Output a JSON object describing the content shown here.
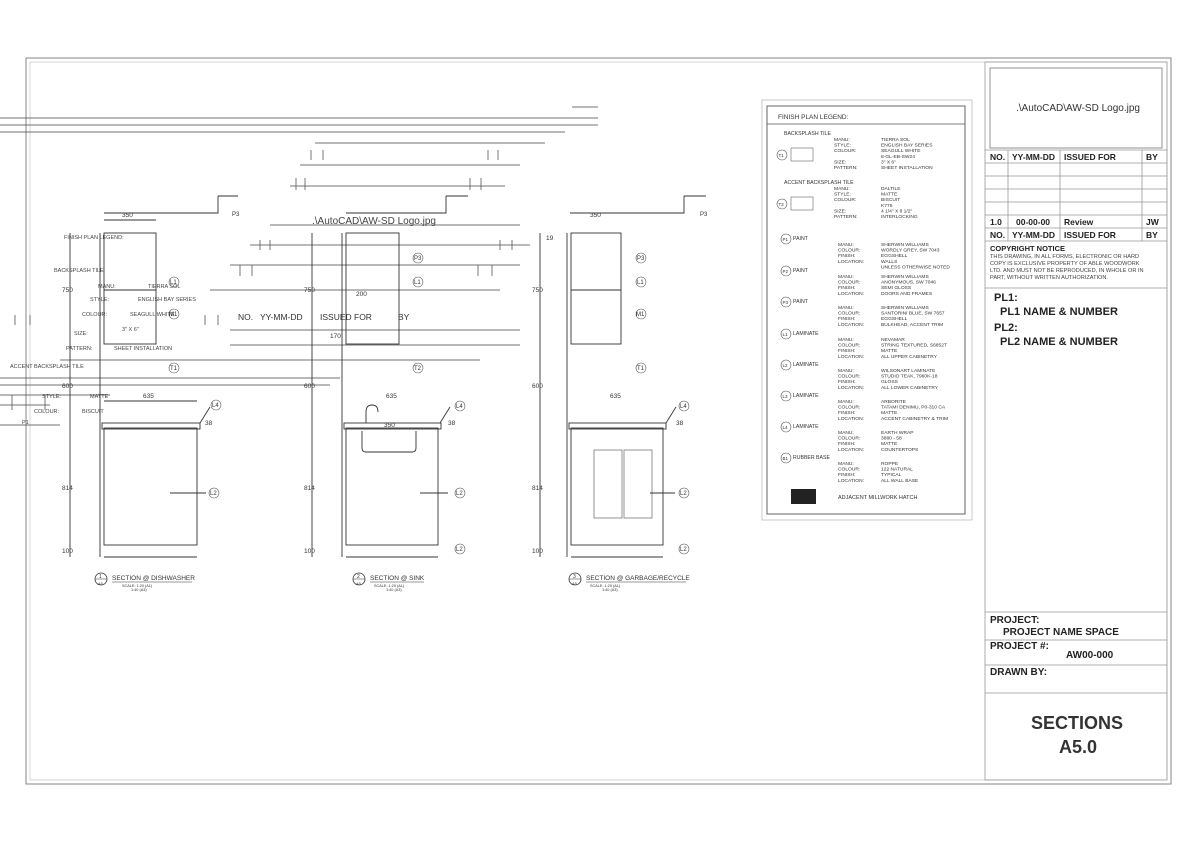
{
  "title_block": {
    "logo_text": ".\\AutoCAD\\AW-SD Logo.jpg",
    "revision_header": {
      "no": "NO.",
      "date": "YY-MM-DD",
      "issued_for": "ISSUED FOR",
      "by": "BY"
    },
    "revisions": [
      {
        "no": "1.0",
        "date": "00-00-00",
        "issued_for": "Review",
        "by": "JW"
      }
    ],
    "copyright_title": "COPYRIGHT NOTICE",
    "copyright_lines": [
      "THIS DRAWING, IN ALL FORMS, ELECTRONIC OR HARD",
      "COPY IS EXCLUSIVE PROPERTY OF ABLE WOODWORK",
      "LTD. AND MUST NOT BE REPRODUCED, IN WHOLE OR IN",
      "PART, WITHOUT WRITTEN AUTHORIZATION."
    ],
    "pl1_label": "PL1:",
    "pl1_value": "PL1 NAME & NUMBER",
    "pl2_label": "PL2:",
    "pl2_value": "PL2 NAME & NUMBER",
    "project_label": "PROJECT:",
    "project_name": "PROJECT NAME SPACE",
    "project_no_label": "PROJECT #:",
    "project_no": "AW00-000",
    "drawn_by_label": "DRAWN BY:",
    "sheet_title": "SECTIONS",
    "sheet_number": "A5.0"
  },
  "legend": {
    "title": "FINISH PLAN LEGEND:",
    "groups": [
      {
        "heading": "BACKSPLASH TILE",
        "tag": "T1",
        "fields": [
          [
            "MANU:",
            "TIERRA SOL"
          ],
          [
            "STYLE:",
            "ENGLISH BAY SERIES"
          ],
          [
            "COLOUR:",
            "SEAGULL WHITE"
          ],
          [
            "",
            "8-GL-EB-SW24"
          ],
          [
            "SIZE:",
            "3\" X 6\""
          ],
          [
            "PATTERN:",
            "SHEET INSTALLATION"
          ]
        ]
      },
      {
        "heading": "ACCENT BACKSPLASH TILE",
        "tag": "T2",
        "fields": [
          [
            "MANU:",
            "DALTILE"
          ],
          [
            "STYLE:",
            "MATTE"
          ],
          [
            "COLOUR:",
            "BISCUIT"
          ],
          [
            "",
            "K775"
          ],
          [
            "SIZE:",
            "4 1/4\" X 8 1/2\""
          ],
          [
            "PATTERN:",
            "INTERLOCKING"
          ]
        ]
      },
      {
        "heading": "PAINT",
        "tag": "P1",
        "fields": [
          [
            "MANU:",
            "SHERWIN WILLIAMS"
          ],
          [
            "COLOUR:",
            "WORDLY GREY, SW 7043"
          ],
          [
            "FINISH:",
            "EGGSHELL"
          ],
          [
            "LOCATION:",
            "WALLS"
          ],
          [
            "",
            "UNLESS OTHERWISE NOTED"
          ]
        ]
      },
      {
        "heading": "PAINT",
        "tag": "P2",
        "fields": [
          [
            "MANU:",
            "SHERWIN WILLIAMS"
          ],
          [
            "COLOUR:",
            "ANONYMOUS, SW 7046"
          ],
          [
            "FINISH:",
            "SEMI GLOSS"
          ],
          [
            "LOCATION:",
            "DOORS AND FRAMES"
          ]
        ]
      },
      {
        "heading": "PAINT",
        "tag": "P3",
        "fields": [
          [
            "MANU:",
            "SHERWIN WILLIAMS"
          ],
          [
            "COLOUR:",
            "SANTORINI BLUE, SW 7657"
          ],
          [
            "FINISH:",
            "EGGSHELL"
          ],
          [
            "LOCATION:",
            "BULKHEAD, ACCENT TRIM"
          ]
        ]
      },
      {
        "heading": "LAMINATE",
        "tag": "L1",
        "fields": [
          [
            "MANU:",
            "NEVAMAR"
          ],
          [
            "COLOUR:",
            "STRING TEXTURED, S6852T"
          ],
          [
            "FINISH:",
            "MATTE"
          ],
          [
            "LOCATION:",
            "ALL UPPER CABINETRY"
          ]
        ]
      },
      {
        "heading": "LAMINATE",
        "tag": "L2",
        "fields": [
          [
            "MANU:",
            "WILSONART LAMINATE"
          ],
          [
            "COLOUR:",
            "STUDIO TEAK, 7960K-18"
          ],
          [
            "FINISH:",
            "GLOSS"
          ],
          [
            "LOCATION:",
            "ALL LOWER CABINETRY"
          ]
        ]
      },
      {
        "heading": "LAMINATE",
        "tag": "L3",
        "fields": [
          [
            "MANU:",
            "ARBORITE"
          ],
          [
            "COLOUR:",
            "TATAMI DENIMU, P0-310 CA"
          ],
          [
            "FINISH:",
            "MATTE"
          ],
          [
            "LOCATION:",
            "ACCENT CABINETRY & TRIM"
          ]
        ]
      },
      {
        "heading": "LAMINATE",
        "tag": "L4",
        "fields": [
          [
            "MANU:",
            "EARTH WRAP"
          ],
          [
            "COLOUR:",
            "3880 - 58"
          ],
          [
            "FINISH:",
            "MATTE"
          ],
          [
            "LOCATION:",
            "COUNTERTOPS"
          ]
        ]
      },
      {
        "heading": "RUBBER BASE",
        "tag": "B1",
        "fields": [
          [
            "MANU:",
            "ROPPE"
          ],
          [
            "COLOUR:",
            "122 NATURAL"
          ],
          [
            "FINISH:",
            "TYPICAL"
          ],
          [
            "LOCATION:",
            "ALL WALL BASE"
          ]
        ]
      }
    ],
    "hatch_label": "ADJACENT MILLWORK HATCH"
  },
  "sections": [
    {
      "number": "1",
      "sheet": "A5",
      "title": "SECTION @ DISHWASHER",
      "scale": "SCALE: 1:20 (A1)",
      "scale2": "1:40 (A3)",
      "dims": {
        "upper_width": "350",
        "upper_height": "750",
        "gap": "600",
        "base_width": "635",
        "counter": "38",
        "base_height": "814",
        "toe": "100"
      }
    },
    {
      "number": "2",
      "sheet": "A5",
      "title": "SECTION @ SINK",
      "scale": "SCALE: 1:20 (A1)",
      "scale2": "1:40 (A3)",
      "dims": {
        "upper_width": "350",
        "upper_height": "750",
        "gap": "600",
        "base_width": "635",
        "counter": "38",
        "base_height": "814",
        "toe": "100",
        "shelf_width": "200",
        "shelf_height": "170",
        "sink_width": "350"
      }
    },
    {
      "number": "3",
      "sheet": "A5",
      "title": "SECTION @ GARBAGE/RECYCLE",
      "scale": "SCALE: 1:20 (A1)",
      "scale2": "1:40 (A3)",
      "dims": {
        "upper_width": "350",
        "upper_height": "750",
        "gap": "600",
        "base_width": "635",
        "counter": "38",
        "base_height": "814",
        "toe": "100",
        "top": "19"
      }
    }
  ],
  "ghost_texts": {
    "logo_overlay": ".\\AutoCAD\\AW-SD Logo.jpg",
    "rev_overlay_no": "NO.",
    "rev_overlay_date": "YY-MM-DD",
    "rev_overlay_issued": "ISSUED FOR",
    "rev_overlay_by": "BY",
    "legend_overlay_title": "FINISH PLAN LEGEND:",
    "legend_overlay_heading": "BACKSPLASH TILE",
    "legend_overlay_manu": "MANU:",
    "legend_overlay_manu_val": "TIERRA SOL",
    "legend_overlay_style": "STYLE:",
    "legend_overlay_style_val": "ENGLISH BAY SERIES",
    "legend_overlay_colour": "COLOUR:",
    "legend_overlay_colour_val": "SEAGULL WHITE",
    "legend_overlay_size": "SIZE:",
    "legend_overlay_size_val": "3\" X 6\"",
    "legend_overlay_pattern": "PATTERN:",
    "legend_overlay_pattern_val": "SHEET INSTALLATION",
    "legend_overlay_accent": "ACCENT BACKSPLASH TILE",
    "legend_overlay_style2": "STYLE:",
    "legend_overlay_matte": "MATTE",
    "legend_overlay_colour2": "COLOUR:",
    "legend_overlay_biscuit": "BISCUIT",
    "p1_ghost": "P1"
  },
  "tags": {
    "P3": "P3",
    "L1": "L1",
    "M1": "M1",
    "T1": "T1",
    "T2": "T2",
    "L4": "L4",
    "L2": "L2"
  },
  "colors": {
    "ink": "#333333",
    "frame": "#777777",
    "fill_dark": "#222222"
  }
}
